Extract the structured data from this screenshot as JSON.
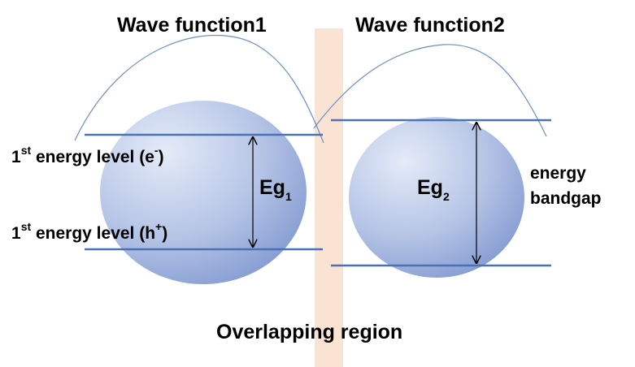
{
  "wave_function_1": "Wave function1",
  "wave_function_2": "Wave function2",
  "overlapping_region": "Overlapping region",
  "first_energy_level_e": {
    "prefix": "1",
    "sup": "st",
    "text": " energy level (e",
    "charge": "-",
    "close": ")"
  },
  "first_energy_level_h": {
    "prefix": "1",
    "sup": "st",
    "text": " energy level (h",
    "charge": "+",
    "close": ")"
  },
  "eg1": {
    "base": "Eg",
    "sub": "1"
  },
  "eg2": {
    "base": "Eg",
    "sub": "2"
  },
  "energy_bandgap": {
    "line1": "energy",
    "line2": "bandgap"
  },
  "colors": {
    "sphere_light": "#dfe6f6",
    "sphere_dark": "#7f97cf",
    "level_line": "#4a72b4",
    "wave_line": "#6d8fc4",
    "overlap_band": "#fbe3d4"
  }
}
